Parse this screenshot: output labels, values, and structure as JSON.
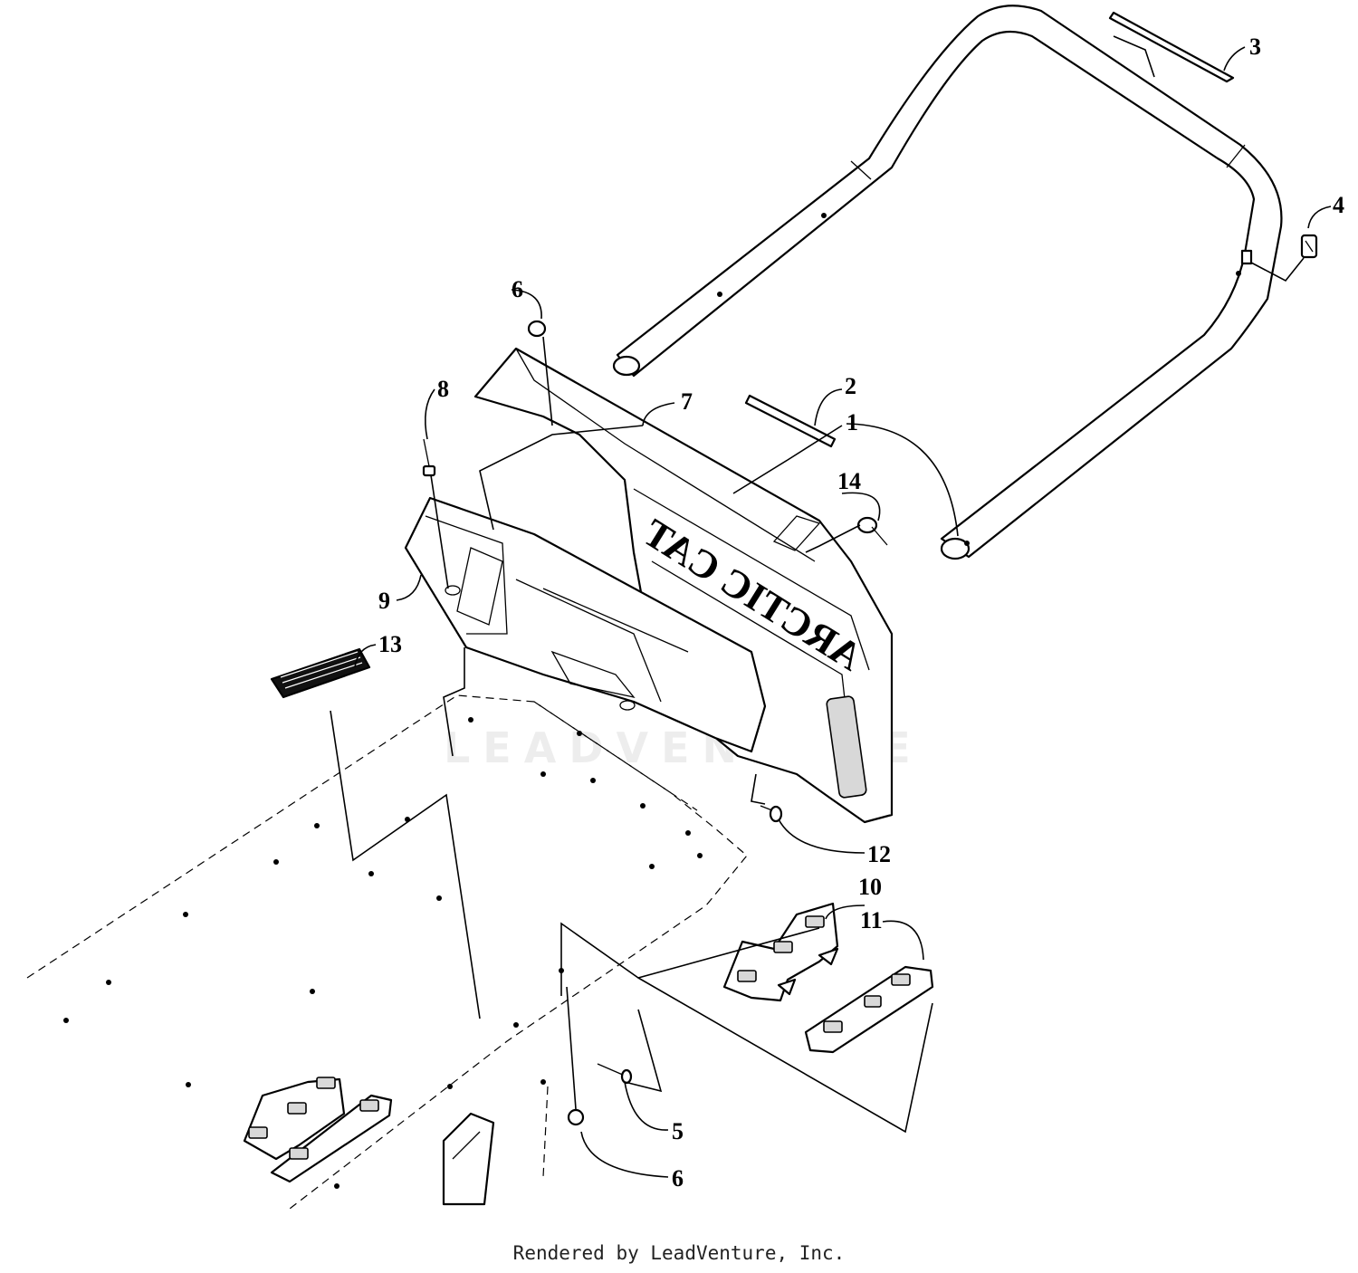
{
  "watermark": "LEADVENTURE",
  "panel_logo": "ARCTIC CAT",
  "footer": "Rendered by LeadVenture, Inc.",
  "callouts": {
    "c1": "1",
    "c2": "2",
    "c3": "3",
    "c4": "4",
    "c5": "5",
    "c6a": "6",
    "c6b": "6",
    "c7": "7",
    "c8": "8",
    "c9": "9",
    "c10": "10",
    "c11": "11",
    "c12": "12",
    "c13": "13",
    "c14": "14"
  }
}
